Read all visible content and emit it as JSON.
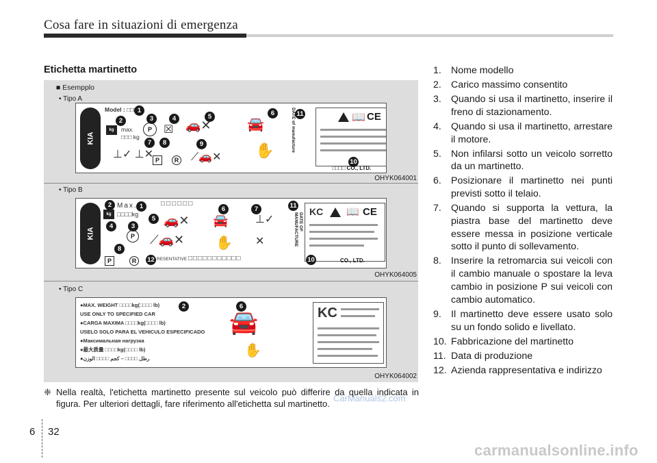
{
  "header": {
    "chapter_title": "Cosa fare in situazioni di emergenza"
  },
  "section": {
    "title": "Etichetta martinetto"
  },
  "figure": {
    "example_label": "■ Esempplo",
    "types": [
      {
        "label": "• Tipo A",
        "code": "OHYK064001"
      },
      {
        "label": "• Tipo B",
        "code": "OHYK064005"
      },
      {
        "label": "• Tipo C",
        "code": "OHYK064002"
      }
    ],
    "card_a": {
      "model": "Model : □□□",
      "max": "max.",
      "kg": "□□□ kg",
      "date": "DATE of manufacture",
      "co": "□□□□ CO., LTD."
    },
    "card_b": {
      "max": "Max.",
      "kg": "□□□□kg",
      "date": "DATE OF MANUFACTURE",
      "rep": "RESENTATIVE",
      "co": "CO., LTD."
    },
    "card_c": {
      "lines": [
        "●MAX. WEIGHT □□□□kg(□□□□ lb)",
        "USE ONLY TO SPECIFIED CAR",
        "●CARGA MAXIMA □□□□kg(□□□□ lb)",
        "USELO SOLO PARA EL VEHICULO ESPECIFICADO",
        "●Максимальная нагрузка",
        "●最大质量 □□□□kg(□□□□ lb)",
        "●رطل □□□□ – كجم □□□□ الوزن"
      ]
    }
  },
  "note": {
    "symbol": "❈",
    "text": "Nella realtà, l'etichetta martinetto presente sul veicolo può differire da quella indicata in figura. Per ulteriori dettagli, fare riferimento all'etichetta sul martinetto."
  },
  "list": [
    {
      "num": "1.",
      "text": "Nome modello"
    },
    {
      "num": "2.",
      "text": "Carico massimo consentito"
    },
    {
      "num": "3.",
      "text": "Quando si usa il martinetto, inserire il freno di stazionamento."
    },
    {
      "num": "4.",
      "text": "Quando si usa il martinetto, arrestare il motore."
    },
    {
      "num": "5.",
      "text": "Non infilarsi sotto un veicolo sorretto da un martinetto."
    },
    {
      "num": "6.",
      "text": "Posizionare il martinetto nei punti previsti sotto il telaio."
    },
    {
      "num": "7.",
      "text": "Quando si supporta la vettura, la piastra base del martinetto deve essere messa in posizione verticale sotto il punto di sollevamento."
    },
    {
      "num": "8.",
      "text": "Inserire la retromarcia sui veicoli con il cambio manuale o spostare la leva cambio in posizione P sui veicoli con cambio automatico."
    },
    {
      "num": "9.",
      "text": "Il martinetto deve essere usato solo su un fondo solido e livellato."
    },
    {
      "num": "10.",
      "text": "Fabbricazione del martinetto"
    },
    {
      "num": "11.",
      "text": "Data di produzione"
    },
    {
      "num": "12.",
      "text": "Azienda rappresentativa e indirizzo"
    }
  ],
  "watermark": "CarManuals2.com",
  "footer": {
    "chapter": "6",
    "page": "32",
    "brand": "carmanualsonline.info"
  }
}
